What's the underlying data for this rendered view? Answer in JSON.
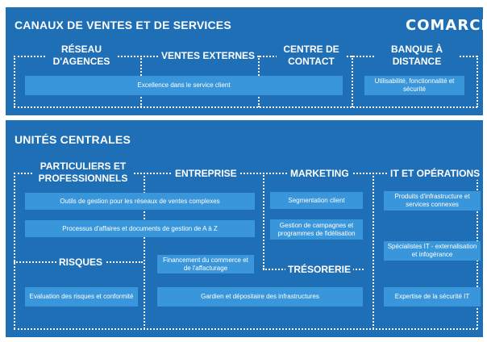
{
  "colors": {
    "panel": "#1f6fb6",
    "box": "#3a96da",
    "text": "#ffffff"
  },
  "top": {
    "title": "CANAUX DE VENTES ET DE SERVICES",
    "logo": "COMARCH",
    "categories": {
      "reseau": "RÉSEAU D'AGENCES",
      "ventes": "VENTES EXTERNES",
      "centre": "CENTRE DE CONTACT",
      "banque": "BANQUE À DISTANCE"
    },
    "boxes": {
      "excellence": "Excellence dans le service client",
      "utilisabilite": "Utilisabilité, fonctionnalité et sécurité"
    }
  },
  "bottom": {
    "title": "UNITÉS CENTRALES",
    "categories": {
      "particuliers": "PARTICULIERS ET PROFESSIONNELS",
      "entreprise": "ENTREPRISE",
      "marketing": "MARKETING",
      "it": "IT ET OPÉRATIONS",
      "risques": "RISQUES",
      "tresorerie": "TRÉSORERIE"
    },
    "boxes": {
      "outils": "Outils de gestion pour les réseaux de ventes complexes",
      "processus": "Processus d'affaires et documents de gestion de A à Z",
      "segmentation": "Segmentation client",
      "campagnes": "Gestion de campagnes et programmes de fidélisation",
      "produits": "Produits d'infrastructure et services connexes",
      "specialistes": "Spécialistes IT - externalisation et infogérance",
      "financement": "Financement du commerce et de l'affacturage",
      "evaluation": "Evaluation des risques et conformité",
      "gardien": "Gardien et dépositaire des infrastructures",
      "expertise": "Expertise de la sécurité IT"
    }
  }
}
